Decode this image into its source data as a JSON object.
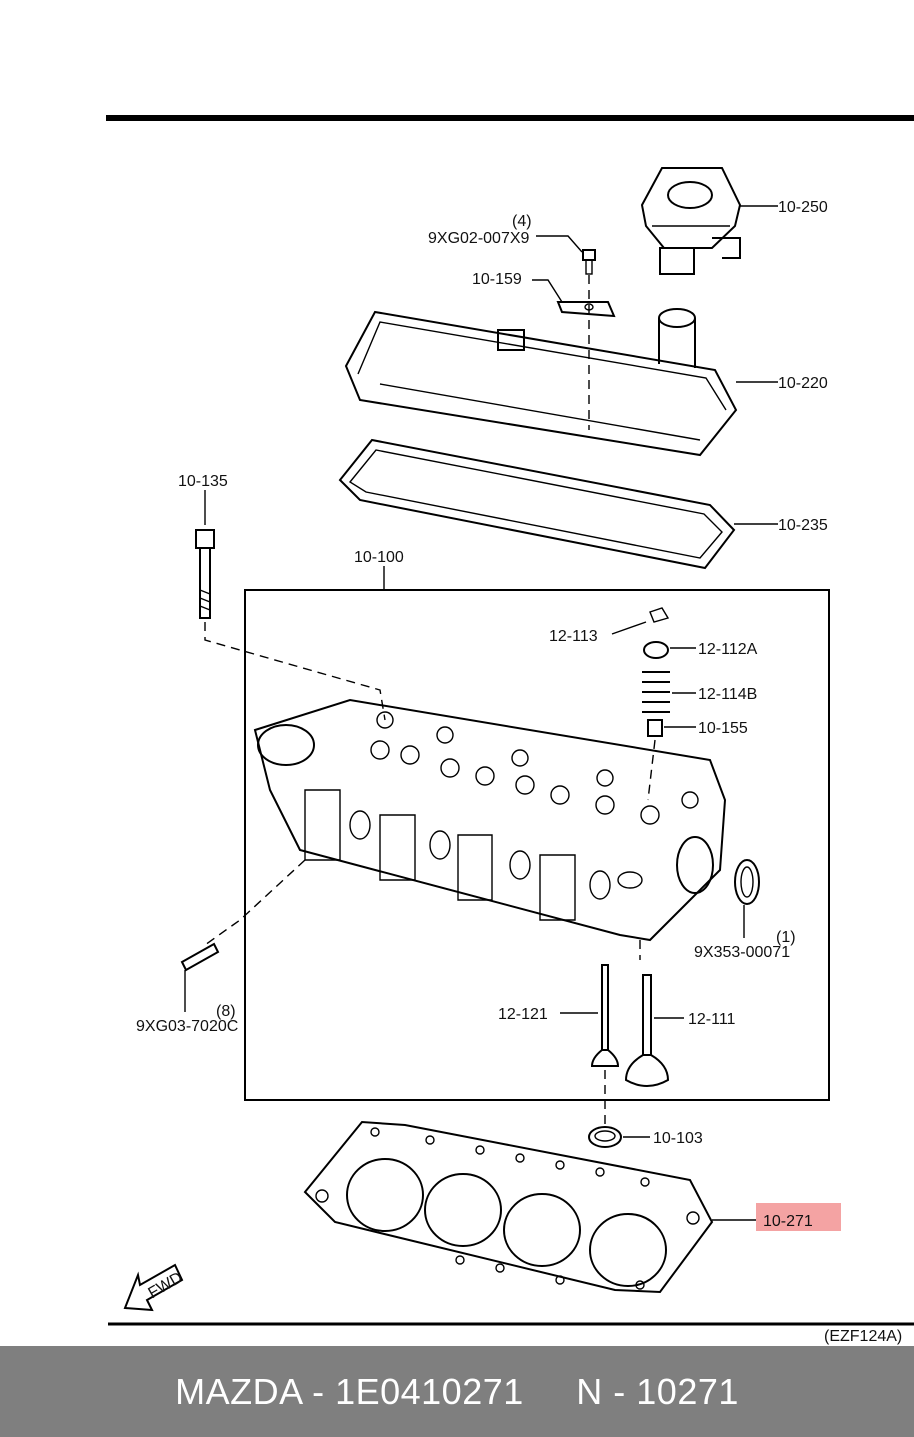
{
  "diagram": {
    "highlight_color": "#f4a3a3",
    "labels": {
      "breather": "10-250",
      "bolt_qty": "(4)",
      "bolt": "9XG02-007X9",
      "bracket": "10-159",
      "cover": "10-220",
      "cover_gasket": "10-235",
      "head_bolt": "10-135",
      "head_assy": "10-100",
      "keeper": "12-113",
      "retainer": "12-112A",
      "spring": "12-114B",
      "seal": "10-155",
      "plug_qty": "(1)",
      "plug": "9X353-00071",
      "stud_qty": "(8)",
      "stud": "9XG03-7020C",
      "exhaust_valve": "12-121",
      "intake_valve": "12-111",
      "valve_seat": "10-103",
      "head_gasket": "10-271"
    },
    "fwd_label": "FWD",
    "code": "(EZF124A)"
  },
  "footer": {
    "brand_part": "MAZDA - 1E0410271",
    "ref": "N - 10271"
  }
}
